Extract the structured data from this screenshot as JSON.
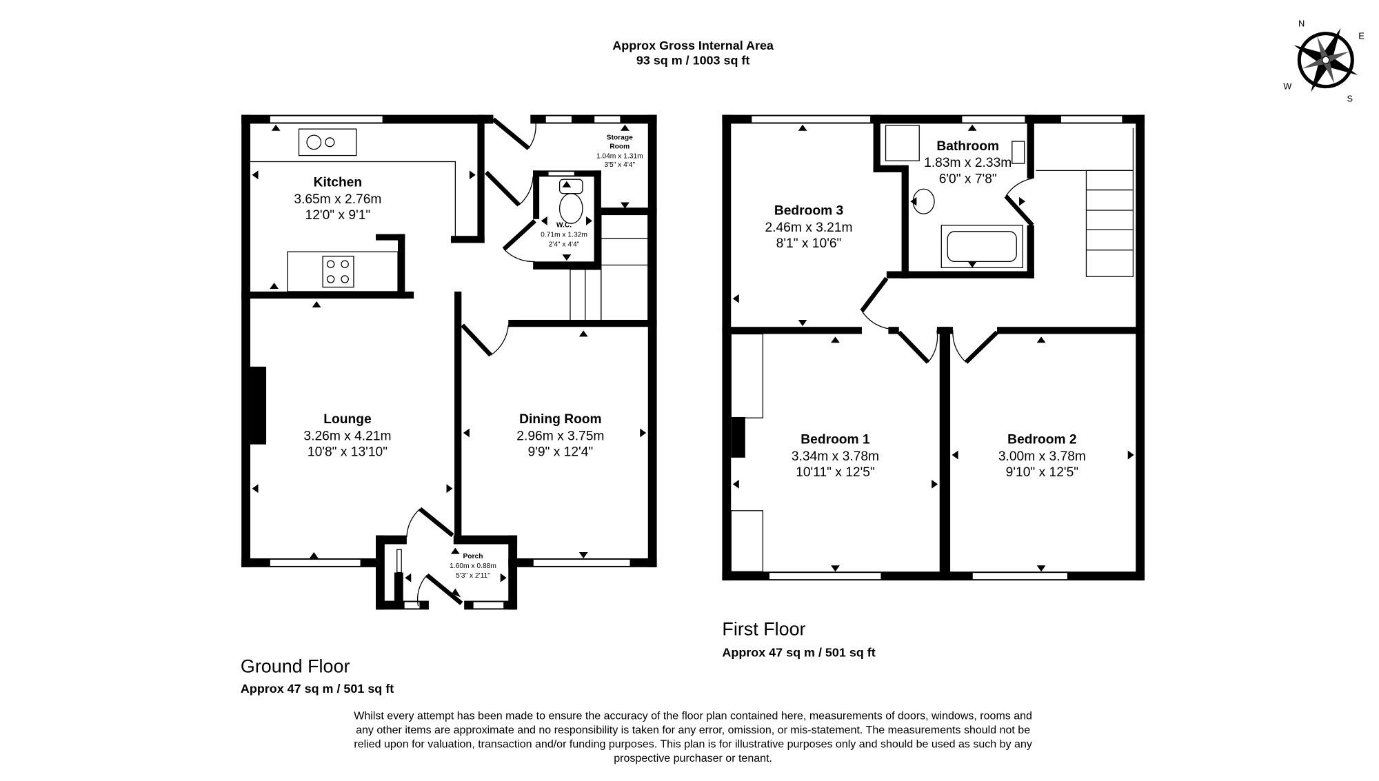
{
  "header": {
    "title": "Approx Gross Internal Area",
    "area": "93 sq m / 1003 sq ft"
  },
  "compass": {
    "n": "N",
    "e": "E",
    "s": "S",
    "w": "W"
  },
  "ground_floor": {
    "title": "Ground Floor",
    "area": "Approx 47 sq m / 501 sq ft",
    "rooms": [
      {
        "name": "Kitchen",
        "metric": "3.65m x 2.76m",
        "imperial": "12'0\" x 9'1\""
      },
      {
        "name": "Lounge",
        "metric": "3.26m x 4.21m",
        "imperial": "10'8\" x 13'10\""
      },
      {
        "name": "Dining Room",
        "metric": "2.96m x 3.75m",
        "imperial": "9'9\" x 12'4\""
      },
      {
        "name": "Storage",
        "name2": "Room",
        "metric": "1.04m x 1.31m",
        "imperial": "3'5\" x 4'4\""
      },
      {
        "name": "W.C.",
        "metric": "0.71m x 1.32m",
        "imperial": "2'4\" x 4'4\""
      },
      {
        "name": "Porch",
        "metric": "1.60m x 0.88m",
        "imperial": "5'3\" x 2'11\""
      }
    ]
  },
  "first_floor": {
    "title": "First Floor",
    "area": "Approx 47 sq m / 501 sq ft",
    "rooms": [
      {
        "name": "Bedroom 3",
        "metric": "2.46m x 3.21m",
        "imperial": "8'1\" x 10'6\""
      },
      {
        "name": "Bathroom",
        "metric": "1.83m x 2.33m",
        "imperial": "6'0\" x 7'8\""
      },
      {
        "name": "Bedroom 1",
        "metric": "3.34m x 3.78m",
        "imperial": "10'11\" x 12'5\""
      },
      {
        "name": "Bedroom 2",
        "metric": "3.00m x 3.78m",
        "imperial": "9'10\" x 12'5\""
      }
    ]
  },
  "disclaimer": [
    "Whilst every attempt has been made to ensure the accuracy of the floor plan contained here, measurements of doors, windows, rooms and",
    "any other items are approximate and no responsibility is taken for any error, omission, or mis-statement. The measurements should not be",
    "relied upon for valuation, transaction and/or funding purposes. This plan is for illustrative purposes only and should be used as such by any",
    "prospective purchaser or tenant."
  ]
}
